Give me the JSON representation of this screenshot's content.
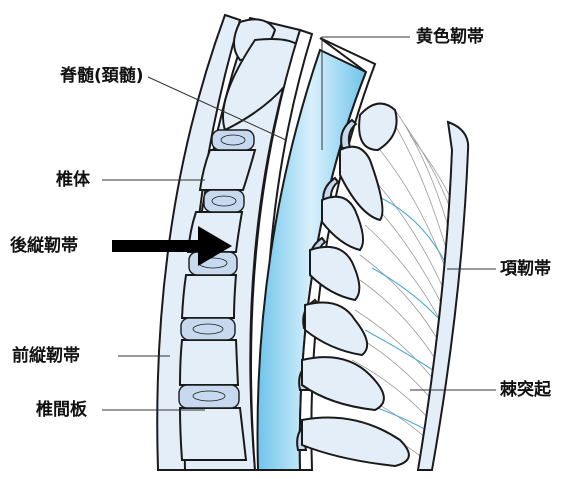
{
  "labels": {
    "spinal_cord": "脊髄(頚髄)",
    "vertebral_body": "椎体",
    "posterior_longitudinal_ligament": "後縦靭帯",
    "anterior_longitudinal_ligament": "前縦靭帯",
    "intervertebral_disc": "椎間板",
    "ligamentum_flavum": "黄色靭帯",
    "nuchal_ligament": "項靭帯",
    "spinous_process": "棘突起"
  },
  "colors": {
    "outline": "#1a1a1a",
    "bone_fill": "#e3eef9",
    "bone_shade": "#c6d9ee",
    "spinal_cord_blue": "#6ec4ec",
    "spinal_cord_light": "#d8f0fb",
    "ligament_line": "#4aa8d8",
    "leader_line": "#333333",
    "arrow": "#000000"
  },
  "icons": {
    "pointer": "arrow-right-icon"
  }
}
